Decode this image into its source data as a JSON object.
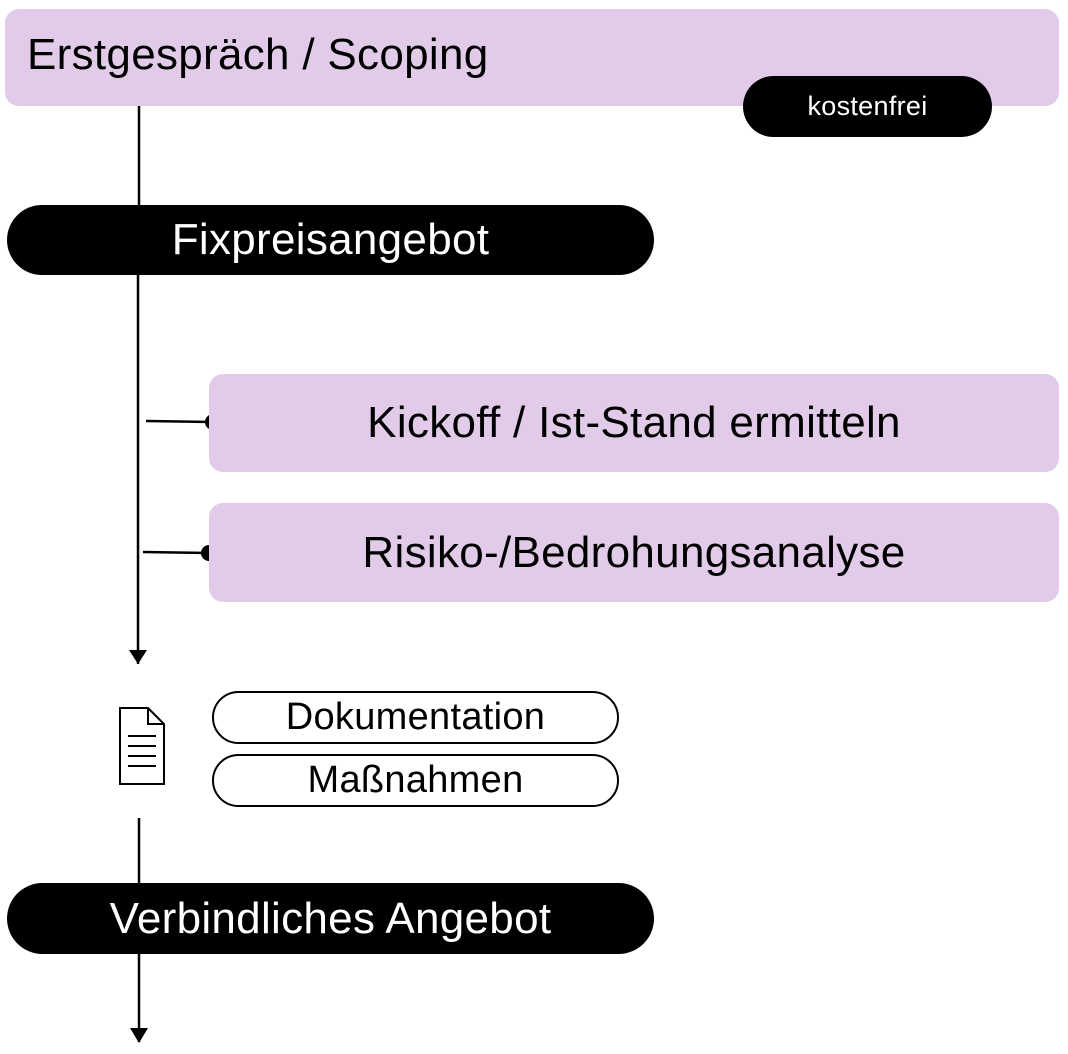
{
  "steps": {
    "scoping": "Erstgespräch / Scoping",
    "scoping_badge": "kostenfrei",
    "fixed_offer": "Fixpreisangebot",
    "kickoff": "Kickoff / Ist-Stand ermitteln",
    "risk": "Risiko-/Bedrohungsanalyse",
    "binding_offer": "Verbindliches Angebot"
  },
  "outputs": {
    "documentation": "Dokumentation",
    "measures": "Maßnahmen"
  },
  "icons": {
    "document": "document-icon"
  },
  "colors": {
    "lilac": "#e1cbe9",
    "black": "#000000",
    "white": "#ffffff"
  }
}
